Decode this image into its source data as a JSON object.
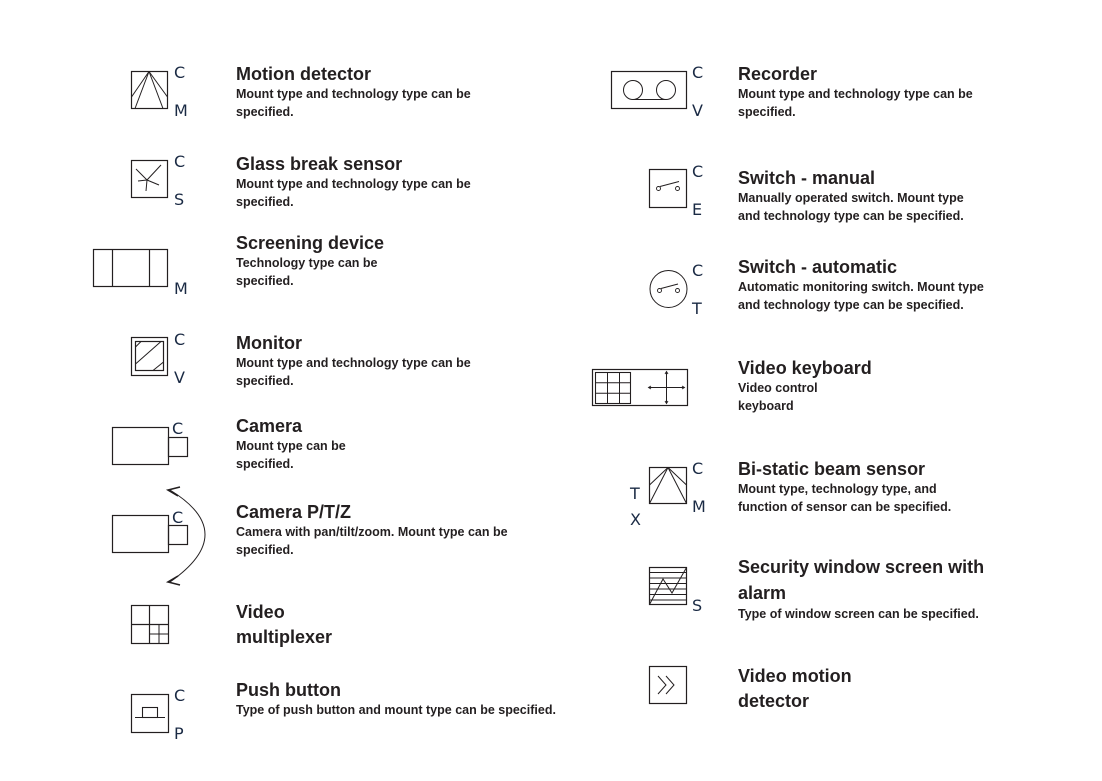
{
  "legend": {
    "left_column": [
      {
        "id": "motion-detector",
        "title": "Motion detector",
        "description": "Mount type and technology type can be specified.",
        "letters": [
          "C",
          "M"
        ]
      },
      {
        "id": "glass-break-sensor",
        "title": "Glass break sensor",
        "description": "Mount type and technology type can be specified.",
        "letters": [
          "C",
          "S"
        ]
      },
      {
        "id": "screening-device",
        "title": "Screening device",
        "description": "Technology type can be specified.",
        "letters": [
          "M"
        ]
      },
      {
        "id": "monitor",
        "title": "Monitor",
        "description": "Mount type and technology type can be specified.",
        "letters": [
          "C",
          "V"
        ]
      },
      {
        "id": "camera",
        "title": "Camera",
        "description": "Mount type can be specified.",
        "letters": [
          "C"
        ]
      },
      {
        "id": "camera-ptz",
        "title": "Camera P/T/Z",
        "description": "Camera with pan/tilt/zoom. Mount type can be specified.",
        "letters": [
          "C"
        ]
      },
      {
        "id": "video-multiplexer",
        "title": "Video multiplexer",
        "description": "",
        "letters": []
      },
      {
        "id": "push-button",
        "title": "Push button",
        "description": "Type of push button and mount type can be specified.",
        "letters": [
          "C",
          "P"
        ]
      }
    ],
    "right_column": [
      {
        "id": "recorder",
        "title": "Recorder",
        "description": "Mount type and technology type can be specified.",
        "letters": [
          "C",
          "V"
        ]
      },
      {
        "id": "switch-manual",
        "title": "Switch - manual",
        "description": "Manually operated switch. Mount type and technology type can be specified.",
        "letters": [
          "C",
          "E"
        ]
      },
      {
        "id": "switch-automatic",
        "title": "Switch - automatic",
        "description": "Automatic monitoring switch. Mount type and technology type can be specified.",
        "letters": [
          "C",
          "T"
        ]
      },
      {
        "id": "video-keyboard",
        "title": "Video keyboard",
        "description": "Video control keyboard",
        "letters": []
      },
      {
        "id": "bi-static-beam-sensor",
        "title": "Bi-static beam sensor",
        "description": "Mount type, technology type, and function of sensor can be specified.",
        "letters": [
          "C",
          "M",
          "T",
          "X"
        ]
      },
      {
        "id": "security-window-screen",
        "title": "Security window screen with alarm",
        "description": "Type of window screen can be specified.",
        "letters": [
          "S"
        ]
      },
      {
        "id": "video-motion-detector",
        "title": "Video motion detector",
        "description": "",
        "letters": []
      }
    ]
  },
  "colors": {
    "stroke": "#231f20",
    "letter": "#1a2a44",
    "background": "#ffffff"
  }
}
